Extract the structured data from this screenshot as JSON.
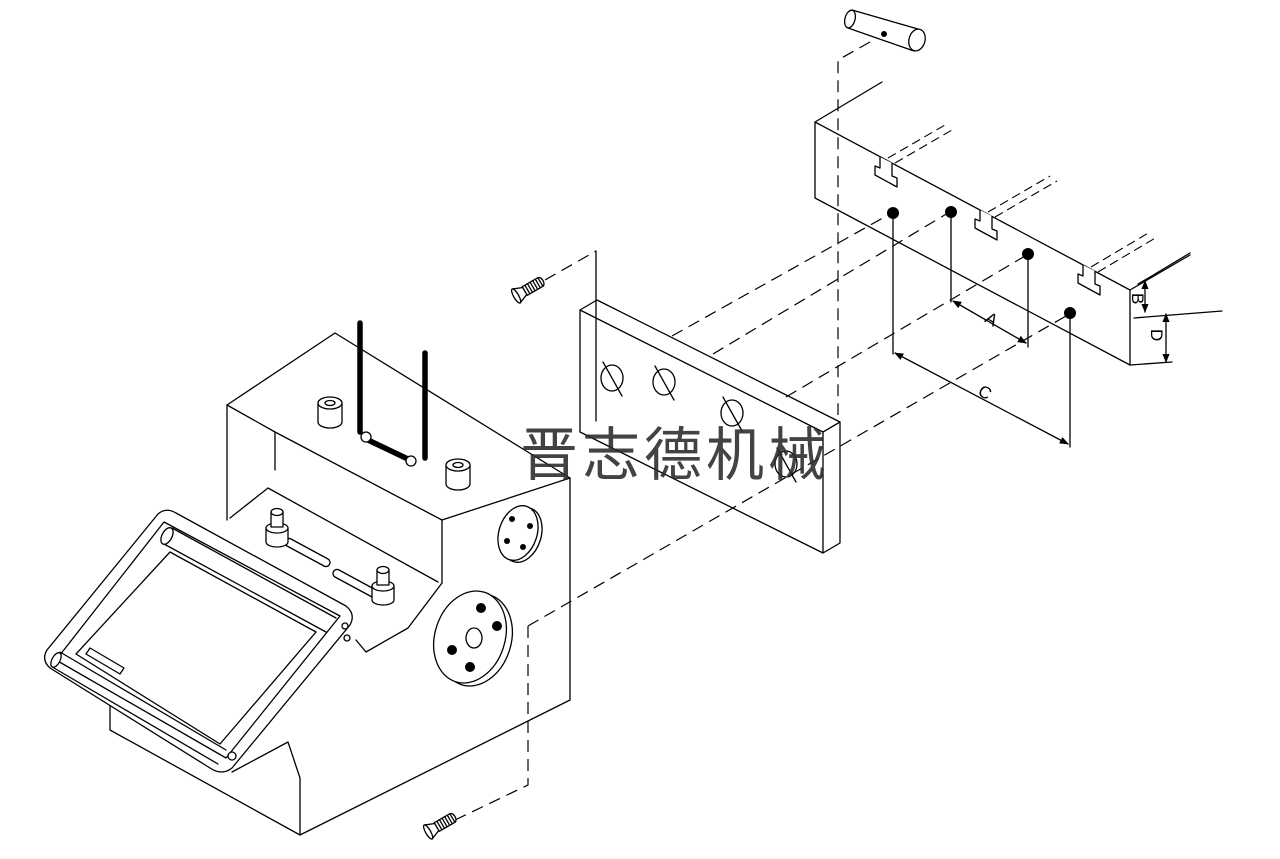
{
  "watermark": "晋志德机械",
  "dimensions": {
    "a": "A",
    "b": "B",
    "c": "C",
    "d": "D"
  }
}
